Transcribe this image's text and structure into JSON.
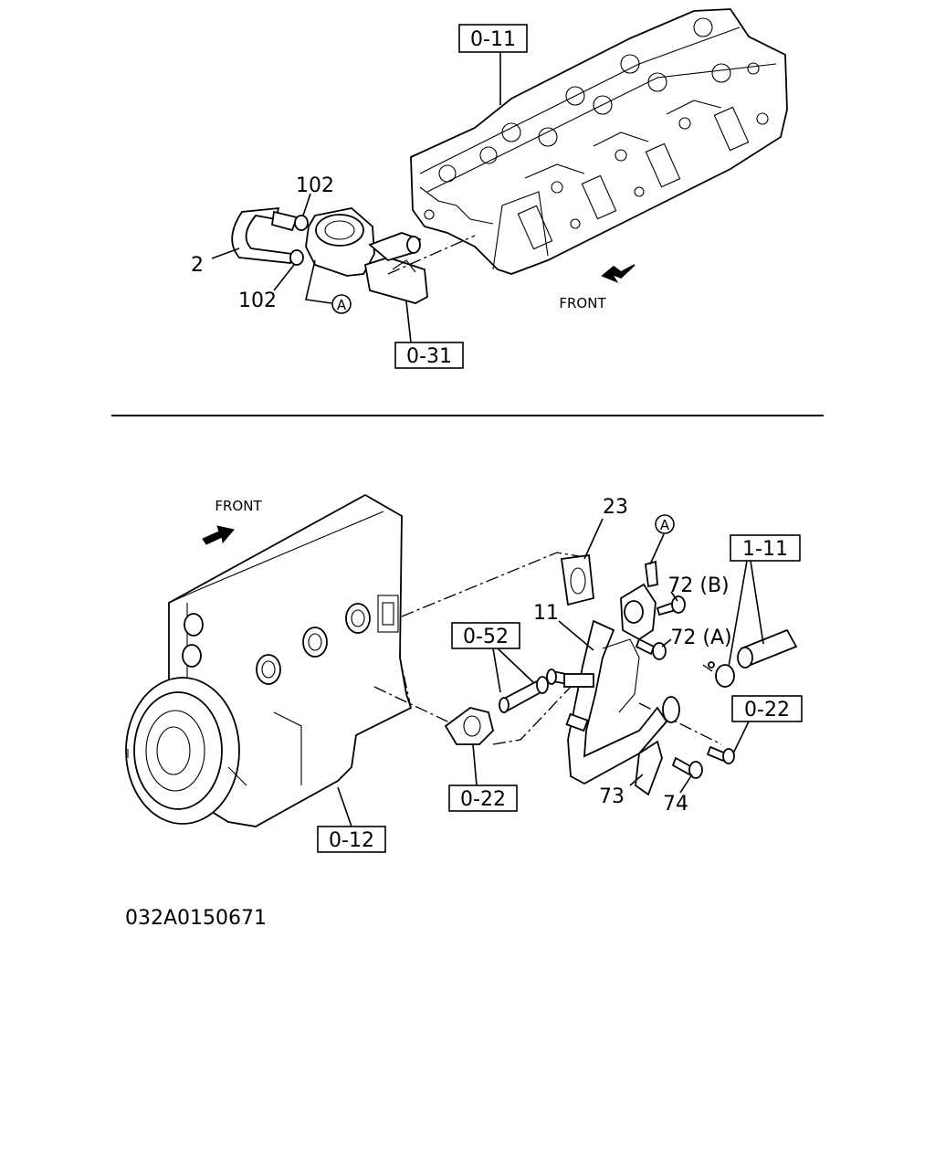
{
  "top_view": {
    "refs": {
      "cylinder_head": "0-11",
      "water_outlet": "0-31"
    },
    "labels": {
      "clamp_upper": "102",
      "hose": "2",
      "clamp_lower": "102",
      "callout_a": "A",
      "front": "FRONT"
    }
  },
  "bottom_view": {
    "refs": {
      "cylinder_block": "0-12",
      "heater_pipe": "0-52",
      "bypass_left": "0-22",
      "radiator_hose": "1-11",
      "bypass_right": "0-22"
    },
    "labels": {
      "front": "FRONT",
      "gasket": "23",
      "callout_a": "A",
      "bolt_b": "72 (B)",
      "pipe": "11",
      "bolt_a": "72 (A)",
      "bracket": "73",
      "bolt": "74"
    }
  },
  "footer": {
    "drawing_code": "032A0150671"
  }
}
